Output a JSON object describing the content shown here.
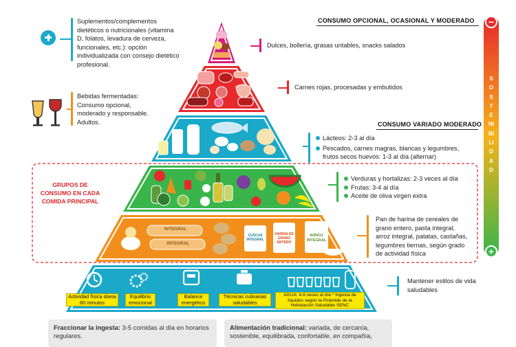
{
  "headers": {
    "optional": "CONSUMO OPCIONAL, OCASIONAL Y MODERADO",
    "varied": "CONSUMO VARIADO MODERADO"
  },
  "sustainability": {
    "word": "SOSTENIBILIDAD",
    "top_sign": "−",
    "bottom_sign": "+"
  },
  "supplements": {
    "text": "Suplementos/complementos dietéticos o nutricionales (vitamina D, folatos, levadura de cerveza, funcionales, etc.): opción individualizada con consejo dietético profesional."
  },
  "beverages": {
    "text": "Bebidas fermentadas: Consumo opcional, moderado y responsable. Adultos."
  },
  "groups_label": "GRUPOS DE CONSUMO EN CADA COMIDA PRINCIPAL",
  "tiers": {
    "sweets": {
      "text": "Dulces, bollería, grasas untables, snacks salados"
    },
    "meats": {
      "text": "Carnes rojas, procesadas y embutidos"
    },
    "proteins": {
      "items": [
        "Lácteos: 2-3 al día",
        "Pescados, carnes magras, blancas y legumbres, frutos secos huevos: 1-3 al día (alternar)"
      ]
    },
    "produce": {
      "items": [
        "Verduras y hortalizas: 2-3 veces al día",
        "Frutas: 3-4 al día",
        "Aceite de oliva virgen extra"
      ]
    },
    "cereals": {
      "text": "Pan de harina de cereales de grano entero, pasta integral, arroz integral, patatas, castañas, legumbres tiernas, según grado de actividad física",
      "bread_labels": [
        "INTEGRAL",
        "INTEGRAL"
      ],
      "jar_labels": [
        "CUSCUS INTEGRAL",
        "HARINA DE GRANO ENTERO",
        "ARROZ INTEGRAL"
      ]
    },
    "base": {
      "text": "Mantener estilos de vida saludables",
      "labels": [
        "Actividad física diaria 60 minutos",
        "Equilibrio emocional",
        "Balance energético",
        "Técnicas culinarias saludables",
        "AGUA: 4-6 veces al día * Ingesta de líquidos según la Pirámide de la Hidratación Saludable SENC"
      ]
    }
  },
  "bottom": {
    "left_title": "Fraccionar la ingesta:",
    "left_text": " 3-5 comidas al día en horarios regulares.",
    "right_title": "Alimentación tradicional:",
    "right_text": " variada, de cercanía, sostenible, equilibrada, confortable, en compañía,"
  },
  "colors": {
    "tier_sweets": "#d31c7c",
    "tier_meats": "#e6292c",
    "tier_proteins": "#1aa9c9",
    "tier_produce": "#39b54a",
    "tier_cereals": "#f28f1c",
    "tier_base": "#1aa9c9"
  },
  "icons": {
    "supplement": "plus-capsule-icon",
    "beverage": "wine-beer-glasses-icon",
    "activity": "stopwatch-icon",
    "emotion": "gears-icon",
    "balance": "scale-icon",
    "cooking": "pot-icon",
    "water": "water-glasses-icon"
  }
}
